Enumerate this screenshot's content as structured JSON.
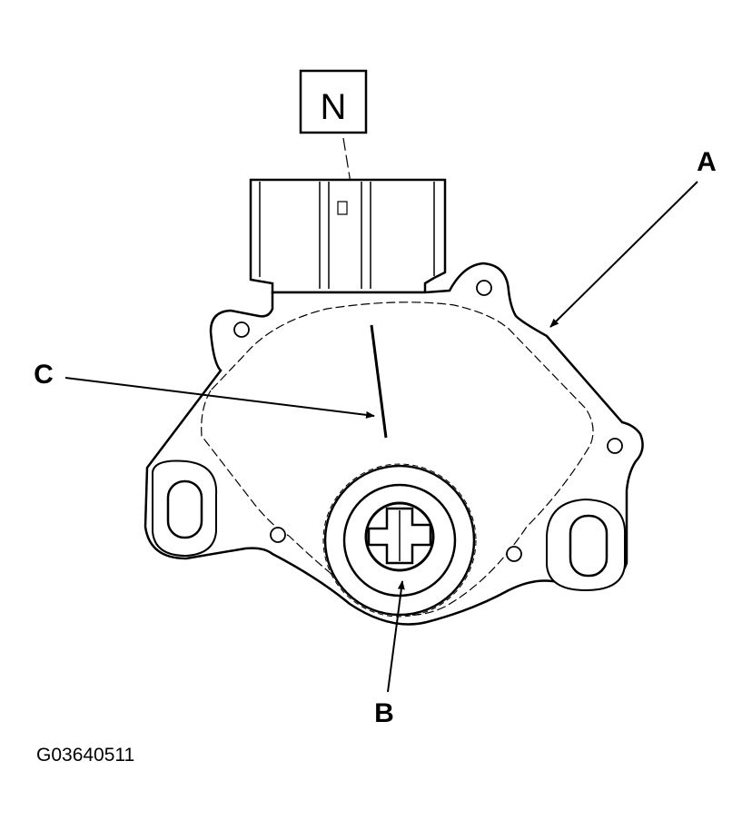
{
  "diagram": {
    "position_indicator": "N",
    "callouts": {
      "a": "A",
      "b": "B",
      "c": "C"
    },
    "figure_id": "G03640511",
    "colors": {
      "ink": "#000000",
      "paper": "#ffffff"
    }
  }
}
